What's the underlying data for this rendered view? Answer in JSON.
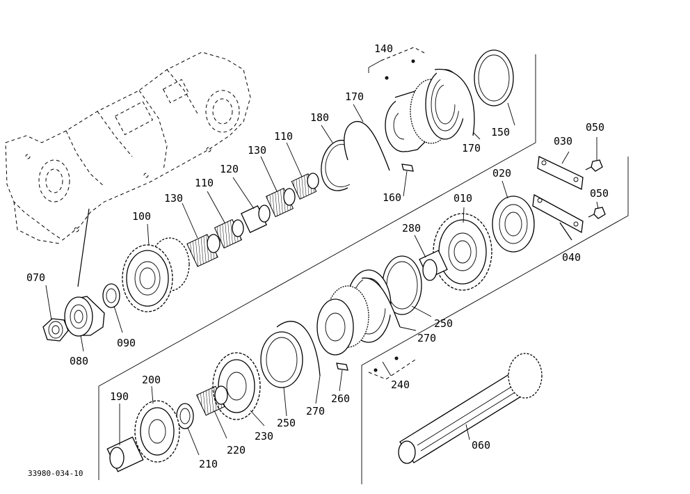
{
  "drawing_code": "33980-034-10",
  "icons": {
    "housing": "transmission-housing-icon",
    "gear": "gear-icon",
    "bearing": "bearing-icon",
    "ring": "ring-icon",
    "shaft": "shaft-icon",
    "nut": "nut-icon",
    "bolt": "bolt-icon",
    "plate": "plate-icon"
  },
  "labels": [
    {
      "id": "010",
      "text": "010"
    },
    {
      "id": "020",
      "text": "020"
    },
    {
      "id": "030",
      "text": "030"
    },
    {
      "id": "040",
      "text": "040"
    },
    {
      "id": "050a",
      "text": "050"
    },
    {
      "id": "050b",
      "text": "050"
    },
    {
      "id": "060",
      "text": "060"
    },
    {
      "id": "070",
      "text": "070"
    },
    {
      "id": "080",
      "text": "080"
    },
    {
      "id": "090",
      "text": "090"
    },
    {
      "id": "100",
      "text": "100"
    },
    {
      "id": "110a",
      "text": "110"
    },
    {
      "id": "110b",
      "text": "110"
    },
    {
      "id": "120",
      "text": "120"
    },
    {
      "id": "130a",
      "text": "130"
    },
    {
      "id": "130b",
      "text": "130"
    },
    {
      "id": "140",
      "text": "140"
    },
    {
      "id": "150",
      "text": "150"
    },
    {
      "id": "160",
      "text": "160"
    },
    {
      "id": "170a",
      "text": "170"
    },
    {
      "id": "170b",
      "text": "170"
    },
    {
      "id": "180",
      "text": "180"
    },
    {
      "id": "190",
      "text": "190"
    },
    {
      "id": "200",
      "text": "200"
    },
    {
      "id": "210",
      "text": "210"
    },
    {
      "id": "220",
      "text": "220"
    },
    {
      "id": "230",
      "text": "230"
    },
    {
      "id": "240",
      "text": "240"
    },
    {
      "id": "250a",
      "text": "250"
    },
    {
      "id": "250b",
      "text": "250"
    },
    {
      "id": "260",
      "text": "260"
    },
    {
      "id": "270a",
      "text": "270"
    },
    {
      "id": "270b",
      "text": "270"
    },
    {
      "id": "280",
      "text": "280"
    }
  ]
}
